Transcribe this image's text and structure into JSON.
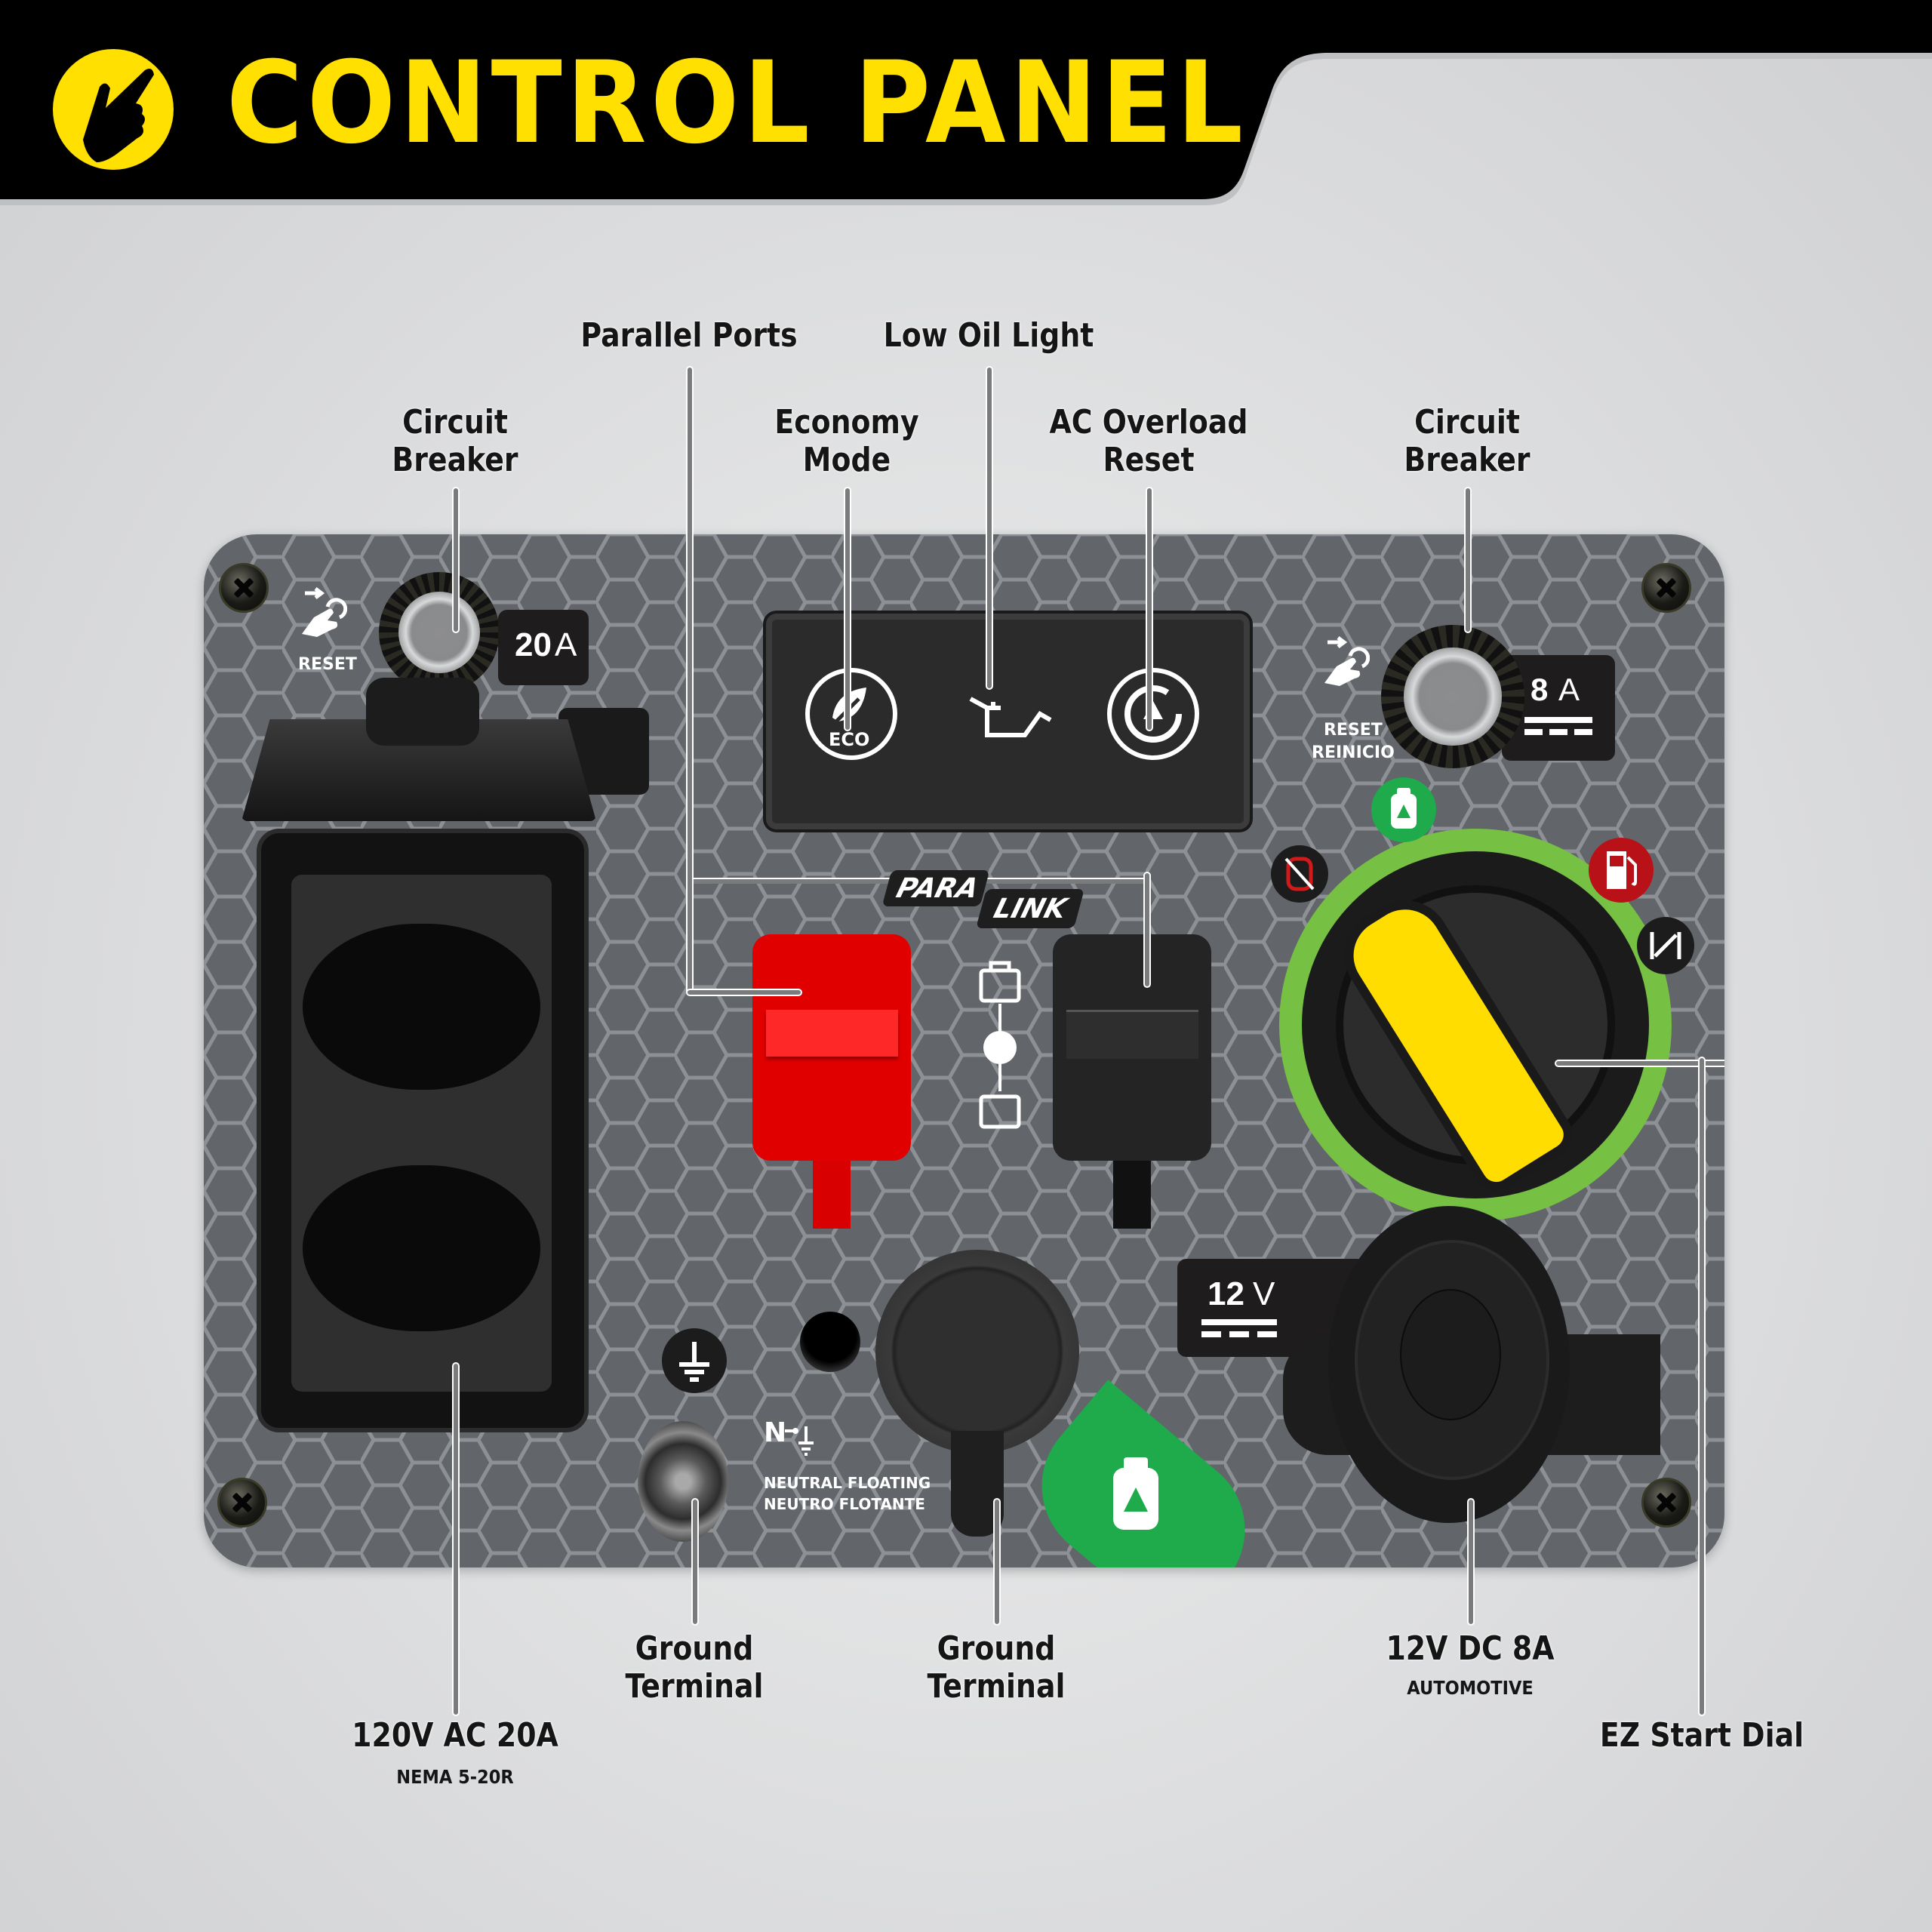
{
  "header": {
    "title": "CONTROL PANEL",
    "logo_icon": "hand-pointer-icon",
    "colors": {
      "band": "#000000",
      "accent": "#ffe000"
    }
  },
  "callouts_top": {
    "parallel_ports": "Parallel Ports",
    "low_oil_light": "Low Oil Light",
    "circuit_breaker_left": [
      "Circuit",
      "Breaker"
    ],
    "economy_mode": [
      "Economy",
      "Mode"
    ],
    "ac_overload_reset": [
      "AC Overload",
      "Reset"
    ],
    "circuit_breaker_right": [
      "Circuit",
      "Breaker"
    ]
  },
  "callouts_bottom": {
    "ac_outlet": {
      "title": "120V AC 20A",
      "subtitle": "NEMA 5-20R"
    },
    "ground_terminal_1": [
      "Ground",
      "Terminal"
    ],
    "ground_terminal_2": [
      "Ground",
      "Terminal"
    ],
    "dc_outlet": {
      "title": "12V DC 8A",
      "subtitle": "AUTOMOTIVE"
    },
    "ez_start_dial": "EZ Start Dial"
  },
  "panel": {
    "left_breaker": {
      "rating_num": "20",
      "rating_unit": "A",
      "reset_label": "RESET"
    },
    "right_breaker": {
      "rating_num": "8",
      "rating_unit": "A",
      "reset_label": "RESET",
      "reset_label_es": "REINICIO"
    },
    "indicators": {
      "eco_label": "ECO",
      "icons": [
        "eco-leaf-icon",
        "oil-can-icon",
        "overload-reset-icon"
      ]
    },
    "paralink": {
      "line1": "PARA",
      "line2": "LINK"
    },
    "neutral": {
      "symbol": "N",
      "line1": "NEUTRAL FLOATING",
      "line2": "NEUTRO FLOTANTE"
    },
    "dc_box": {
      "num": "12",
      "unit": "V"
    },
    "dial_icons": [
      "engine-off-icon",
      "propane-icon",
      "gasoline-icon",
      "choke-icon"
    ],
    "colors": {
      "panel": "#62656a",
      "dial_ring": "#76c043",
      "knob": "#ffdd00",
      "red_port": "#e00000",
      "propane_green": "#1faa4b",
      "fuel_red": "#b81218"
    }
  }
}
